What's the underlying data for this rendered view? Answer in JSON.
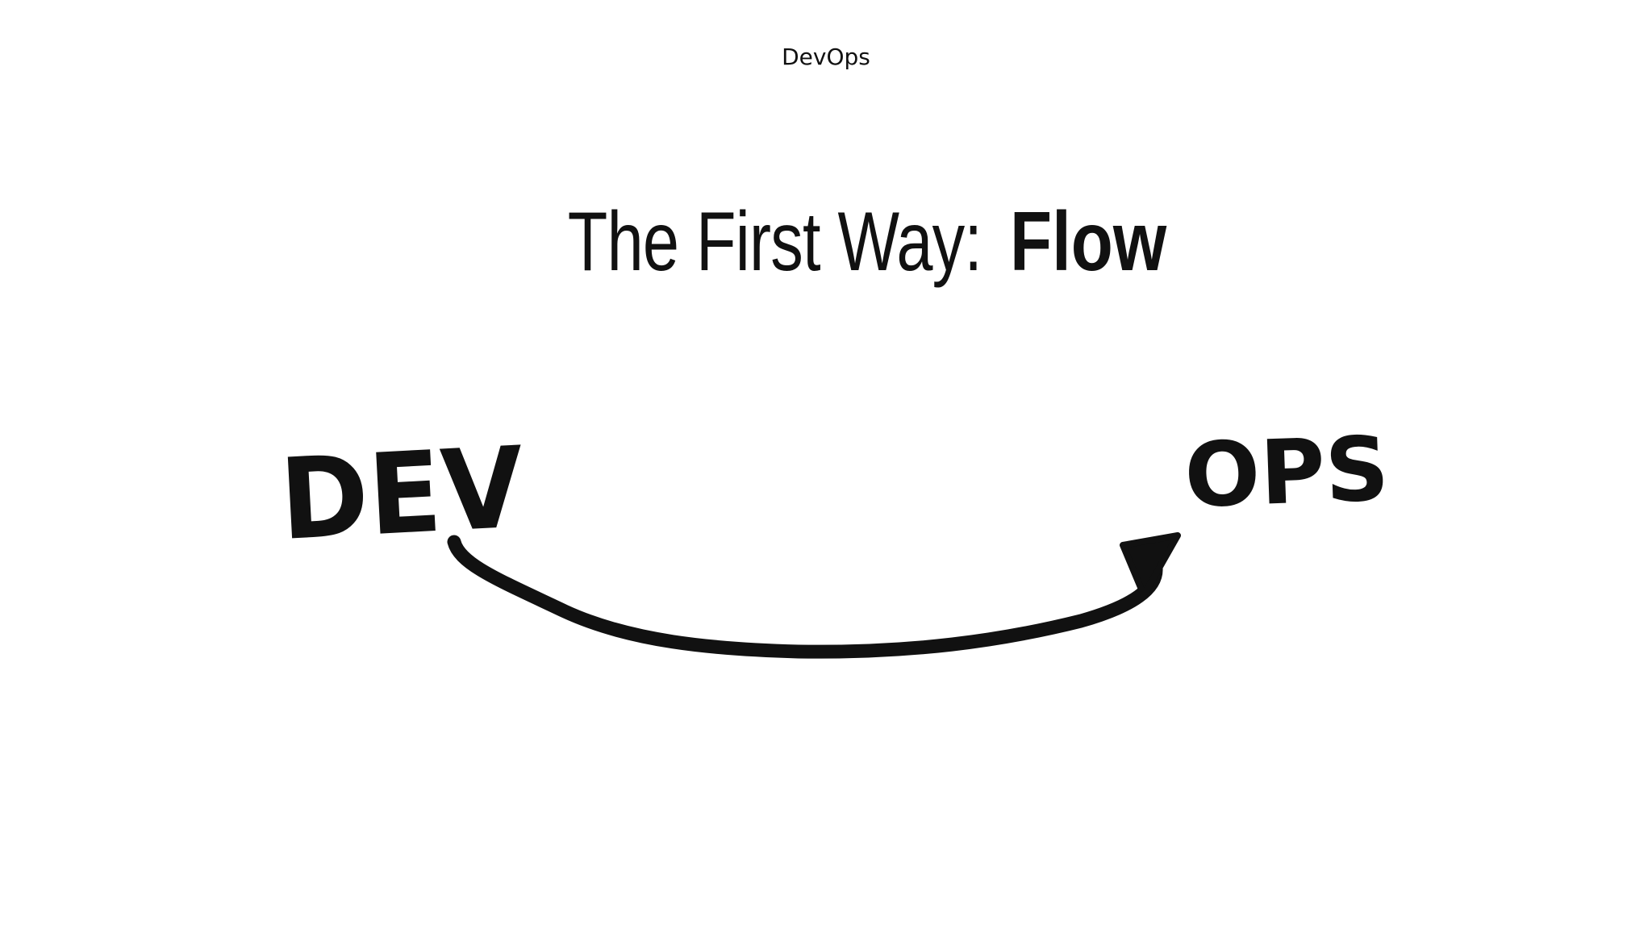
{
  "header": {
    "label": "DevOps"
  },
  "slide": {
    "title_prefix": "The First Way:",
    "title_emphasis": "Flow"
  },
  "diagram": {
    "source_label": "DEV",
    "target_label": "OPS",
    "arrow_color": "#111111"
  }
}
